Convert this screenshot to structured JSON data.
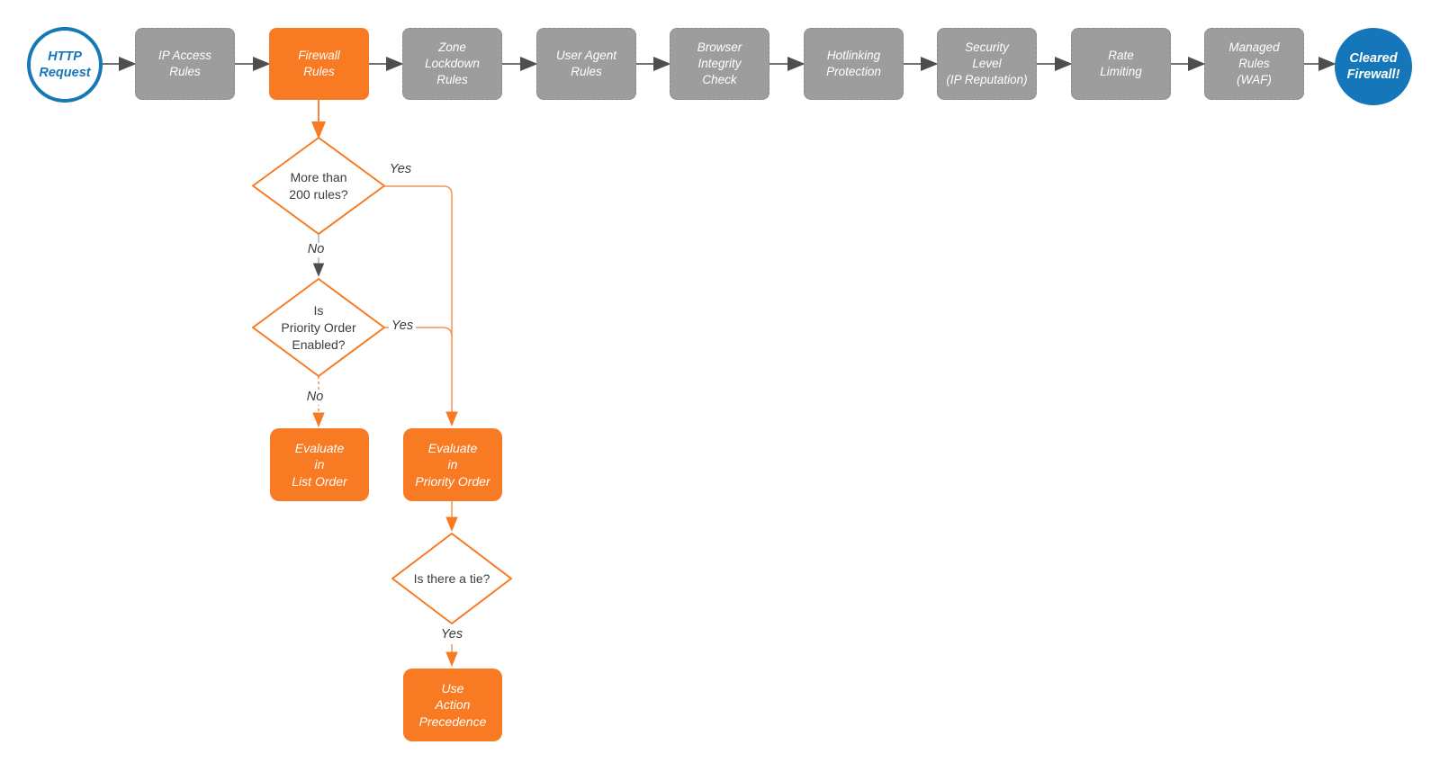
{
  "diagram_type": "flowchart",
  "colors": {
    "accent_orange": "#F87A23",
    "connector_orange_light": "#F5934F",
    "node_gray": "#9D9D9D",
    "accent_blue": "#1577B9",
    "arrow_dark": "#4E4E4E",
    "connector_gray": "#ABABAB",
    "text_dark": "#3C3C3C",
    "text_white": "#FFFFFF"
  },
  "start": {
    "label": "HTTP\nRequest"
  },
  "pipeline": [
    {
      "label": "IP Access\nRules",
      "state": "gray"
    },
    {
      "label": "Firewall\nRules",
      "state": "orange"
    },
    {
      "label": "Zone\nLockdown\nRules",
      "state": "gray"
    },
    {
      "label": "User Agent\nRules",
      "state": "gray"
    },
    {
      "label": "Browser\nIntegrity\nCheck",
      "state": "gray"
    },
    {
      "label": "Hotlinking\nProtection",
      "state": "gray"
    },
    {
      "label": "Security\nLevel\n(IP Reputation)",
      "state": "gray"
    },
    {
      "label": "Rate\nLimiting",
      "state": "gray"
    },
    {
      "label": "Managed\nRules\n(WAF)",
      "state": "gray"
    }
  ],
  "end": {
    "label": "Cleared\nFirewall!"
  },
  "decisions": [
    {
      "label": "More than\n200 rules?"
    },
    {
      "label": "Is\nPriority Order\nEnabled?"
    },
    {
      "label": "Is there a tie?"
    }
  ],
  "actions": [
    {
      "label": "Evaluate\nin\nList Order"
    },
    {
      "label": "Evaluate\nin\nPriority Order"
    },
    {
      "label": "Use\nAction\nPrecedence"
    }
  ],
  "edge_labels": {
    "rules_yes": "Yes",
    "rules_no": "No",
    "priority_yes": "Yes",
    "priority_no": "No",
    "tie_yes": "Yes"
  }
}
